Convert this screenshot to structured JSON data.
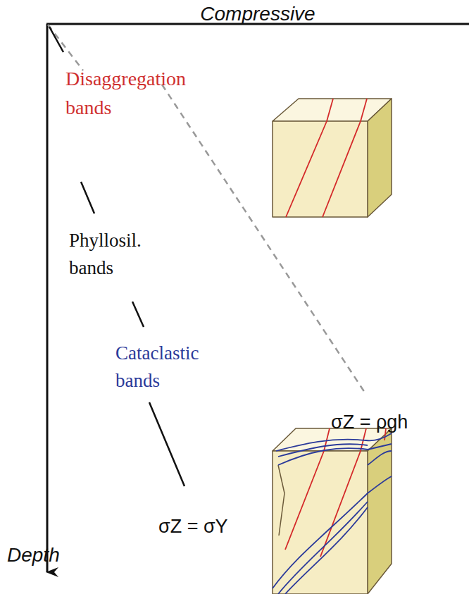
{
  "diagram": {
    "labels": [
      "Compressive",
      "Disaggregation bands",
      "Phyllosil. bands",
      "Cataclastic bands",
      "σZ = ρgh",
      "σZ = σY",
      "Depth"
    ]
  }
}
